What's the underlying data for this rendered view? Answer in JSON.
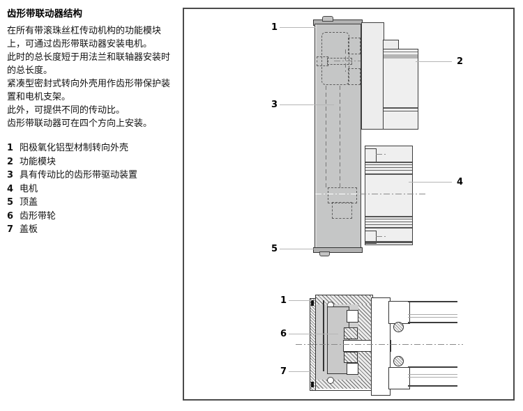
{
  "panel": {
    "title": "齿形带联动器结构",
    "body_lines": [
      "在所有带滚珠丝杠传动机构的功能模块",
      "上，可通过齿形带联动器安装电机。",
      "此时的总长度短于用法兰和联轴器安装时",
      "的总长度。",
      "紧凑型密封式转向外壳用作齿形带保护装",
      "置和电机支架。",
      "此外，可提供不同的传动比。",
      "齿形带联动器可在四个方向上安装。"
    ],
    "legend": [
      {
        "num": "1",
        "label": "阳极氧化铝型材制转向外壳"
      },
      {
        "num": "2",
        "label": "功能模块"
      },
      {
        "num": "3",
        "label": "具有传动比的齿形带驱动装置"
      },
      {
        "num": "4",
        "label": "电机"
      },
      {
        "num": "5",
        "label": "顶盖"
      },
      {
        "num": "6",
        "label": "齿形带轮"
      },
      {
        "num": "7",
        "label": "盖板"
      }
    ]
  },
  "figure": {
    "callouts": {
      "t1": "1",
      "t2": "2",
      "t3": "3",
      "t4": "4",
      "t5": "5",
      "b1": "1",
      "b6": "6",
      "b7": "7"
    }
  },
  "colors": {
    "housing_fill": "#c5c6c6",
    "module_fill": "#efefef",
    "section_interior": "#cfcfcf",
    "frame_border": "#4a4a4a",
    "line_dark": "#3c3c3c",
    "leader_gray": "#b5b5b5"
  }
}
